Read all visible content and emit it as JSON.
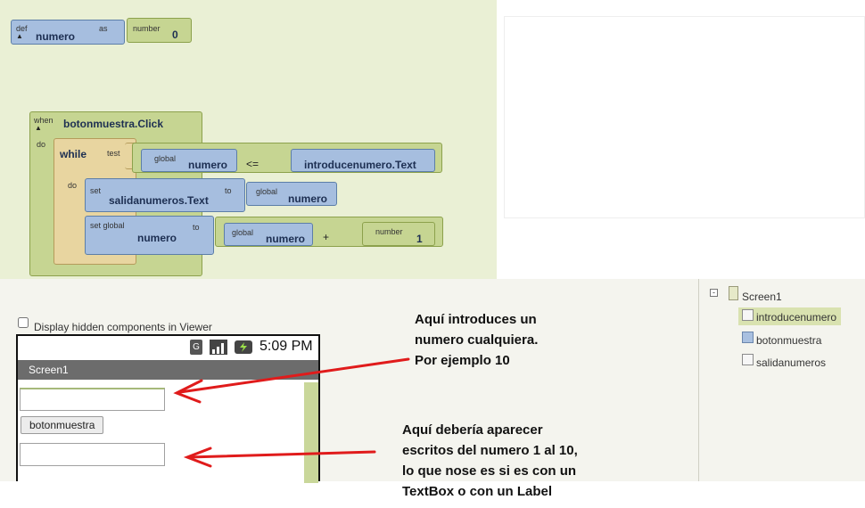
{
  "blocks": {
    "def_block": {
      "keyword_def": "def",
      "name": "numero",
      "keyword_as": "as"
    },
    "number_block_init": {
      "label": "number",
      "value": "0"
    },
    "event_block": {
      "keyword_when": "when",
      "event": "botonmuestra.Click",
      "keyword_do": "do"
    },
    "while_block": {
      "keyword_while": "while",
      "keyword_test": "test",
      "keyword_do": "do"
    },
    "test_global": {
      "label": "global",
      "name": "numero"
    },
    "operator_leq": "<=",
    "getter_text": "introducenumero.Text",
    "set_text_block": {
      "keyword_set": "set",
      "property": "salidanumeros.Text",
      "keyword_to": "to"
    },
    "set_text_value": {
      "label": "global",
      "name": "numero"
    },
    "set_global_block": {
      "keyword": "set global",
      "name": "numero",
      "keyword_to": "to"
    },
    "sum_left": {
      "label": "global",
      "name": "numero"
    },
    "operator_plus": "+",
    "number_block_inc": {
      "label": "number",
      "value": "1"
    }
  },
  "designer": {
    "display_hidden_label": "Display hidden components in Viewer",
    "status_time": "5:09 PM",
    "screen_title": "Screen1",
    "button_label": "botonmuestra"
  },
  "annotations": {
    "annotation_1": [
      "Aquí introduces un",
      "numero cualquiera.",
      "Por ejemplo 10"
    ],
    "annotation_2": [
      "Aquí debería aparecer",
      "escritos del numero 1 al 10,",
      "lo que nose es si es con un",
      "TextBox o con un Label"
    ]
  },
  "components_tree": {
    "root": "Screen1",
    "children": [
      "introducenumero",
      "botonmuestra",
      "salidanumeros"
    ]
  },
  "colors": {
    "blocks_bg": "#eaf0d5",
    "procedure_blue": "#a6bedf",
    "event_green": "#c6d592",
    "control_tan": "#e8d5a0",
    "arrow_red": "#e01b1b"
  }
}
